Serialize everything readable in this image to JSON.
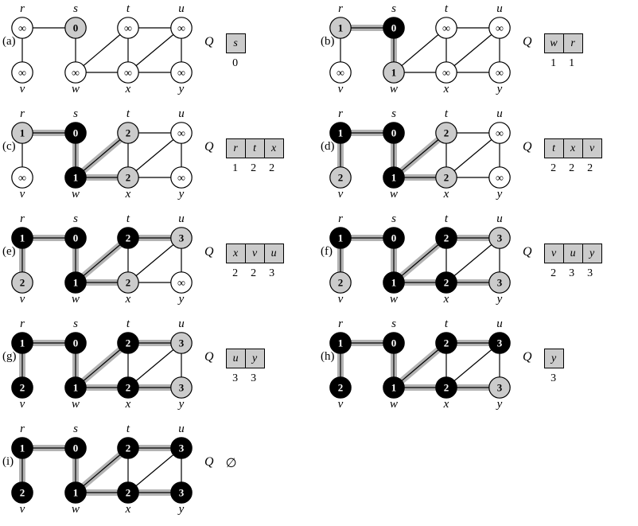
{
  "labels": {
    "queue": "Q",
    "empty_set": "∅",
    "infinity": "∞"
  },
  "colors": {
    "white": "#ffffff",
    "gray": "#cbcbcb",
    "black": "#000000",
    "tree_band": "#b3b3b3",
    "edge": "#000000"
  },
  "graph": {
    "vertices": [
      "r",
      "s",
      "t",
      "u",
      "v",
      "w",
      "x",
      "y"
    ],
    "top_row": [
      "r",
      "s",
      "t",
      "u"
    ],
    "bottom_row": [
      "v",
      "w",
      "x",
      "y"
    ],
    "edges": [
      [
        "r",
        "s"
      ],
      [
        "r",
        "v"
      ],
      [
        "s",
        "w"
      ],
      [
        "t",
        "u"
      ],
      [
        "t",
        "w"
      ],
      [
        "t",
        "x"
      ],
      [
        "u",
        "x"
      ],
      [
        "u",
        "y"
      ],
      [
        "w",
        "x"
      ],
      [
        "x",
        "y"
      ]
    ]
  },
  "subfigures": [
    {
      "label": "(a)",
      "nodes": {
        "r": {
          "value": "∞",
          "state": "white"
        },
        "s": {
          "value": "0",
          "state": "gray"
        },
        "t": {
          "value": "∞",
          "state": "white"
        },
        "u": {
          "value": "∞",
          "state": "white"
        },
        "v": {
          "value": "∞",
          "state": "white"
        },
        "w": {
          "value": "∞",
          "state": "white"
        },
        "x": {
          "value": "∞",
          "state": "white"
        },
        "y": {
          "value": "∞",
          "state": "white"
        }
      },
      "tree_edges": [],
      "queue": [
        {
          "vertex": "s",
          "dist": "0"
        }
      ]
    },
    {
      "label": "(b)",
      "nodes": {
        "r": {
          "value": "1",
          "state": "gray"
        },
        "s": {
          "value": "0",
          "state": "black"
        },
        "t": {
          "value": "∞",
          "state": "white"
        },
        "u": {
          "value": "∞",
          "state": "white"
        },
        "v": {
          "value": "∞",
          "state": "white"
        },
        "w": {
          "value": "1",
          "state": "gray"
        },
        "x": {
          "value": "∞",
          "state": "white"
        },
        "y": {
          "value": "∞",
          "state": "white"
        }
      },
      "tree_edges": [
        [
          "s",
          "r"
        ],
        [
          "s",
          "w"
        ]
      ],
      "queue": [
        {
          "vertex": "w",
          "dist": "1"
        },
        {
          "vertex": "r",
          "dist": "1"
        }
      ]
    },
    {
      "label": "(c)",
      "nodes": {
        "r": {
          "value": "1",
          "state": "gray"
        },
        "s": {
          "value": "0",
          "state": "black"
        },
        "t": {
          "value": "2",
          "state": "gray"
        },
        "u": {
          "value": "∞",
          "state": "white"
        },
        "v": {
          "value": "∞",
          "state": "white"
        },
        "w": {
          "value": "1",
          "state": "black"
        },
        "x": {
          "value": "2",
          "state": "gray"
        },
        "y": {
          "value": "∞",
          "state": "white"
        }
      },
      "tree_edges": [
        [
          "s",
          "r"
        ],
        [
          "s",
          "w"
        ],
        [
          "w",
          "t"
        ],
        [
          "w",
          "x"
        ]
      ],
      "queue": [
        {
          "vertex": "r",
          "dist": "1"
        },
        {
          "vertex": "t",
          "dist": "2"
        },
        {
          "vertex": "x",
          "dist": "2"
        }
      ]
    },
    {
      "label": "(d)",
      "nodes": {
        "r": {
          "value": "1",
          "state": "black"
        },
        "s": {
          "value": "0",
          "state": "black"
        },
        "t": {
          "value": "2",
          "state": "gray"
        },
        "u": {
          "value": "∞",
          "state": "white"
        },
        "v": {
          "value": "2",
          "state": "gray"
        },
        "w": {
          "value": "1",
          "state": "black"
        },
        "x": {
          "value": "2",
          "state": "gray"
        },
        "y": {
          "value": "∞",
          "state": "white"
        }
      },
      "tree_edges": [
        [
          "s",
          "r"
        ],
        [
          "s",
          "w"
        ],
        [
          "w",
          "t"
        ],
        [
          "w",
          "x"
        ],
        [
          "r",
          "v"
        ]
      ],
      "queue": [
        {
          "vertex": "t",
          "dist": "2"
        },
        {
          "vertex": "x",
          "dist": "2"
        },
        {
          "vertex": "v",
          "dist": "2"
        }
      ]
    },
    {
      "label": "(e)",
      "nodes": {
        "r": {
          "value": "1",
          "state": "black"
        },
        "s": {
          "value": "0",
          "state": "black"
        },
        "t": {
          "value": "2",
          "state": "black"
        },
        "u": {
          "value": "3",
          "state": "gray"
        },
        "v": {
          "value": "2",
          "state": "gray"
        },
        "w": {
          "value": "1",
          "state": "black"
        },
        "x": {
          "value": "2",
          "state": "gray"
        },
        "y": {
          "value": "∞",
          "state": "white"
        }
      },
      "tree_edges": [
        [
          "s",
          "r"
        ],
        [
          "s",
          "w"
        ],
        [
          "w",
          "t"
        ],
        [
          "w",
          "x"
        ],
        [
          "r",
          "v"
        ],
        [
          "t",
          "u"
        ]
      ],
      "queue": [
        {
          "vertex": "x",
          "dist": "2"
        },
        {
          "vertex": "v",
          "dist": "2"
        },
        {
          "vertex": "u",
          "dist": "3"
        }
      ]
    },
    {
      "label": "(f)",
      "nodes": {
        "r": {
          "value": "1",
          "state": "black"
        },
        "s": {
          "value": "0",
          "state": "black"
        },
        "t": {
          "value": "2",
          "state": "black"
        },
        "u": {
          "value": "3",
          "state": "gray"
        },
        "v": {
          "value": "2",
          "state": "gray"
        },
        "w": {
          "value": "1",
          "state": "black"
        },
        "x": {
          "value": "2",
          "state": "black"
        },
        "y": {
          "value": "3",
          "state": "gray"
        }
      },
      "tree_edges": [
        [
          "s",
          "r"
        ],
        [
          "s",
          "w"
        ],
        [
          "w",
          "t"
        ],
        [
          "w",
          "x"
        ],
        [
          "r",
          "v"
        ],
        [
          "t",
          "u"
        ],
        [
          "x",
          "y"
        ]
      ],
      "queue": [
        {
          "vertex": "v",
          "dist": "2"
        },
        {
          "vertex": "u",
          "dist": "3"
        },
        {
          "vertex": "y",
          "dist": "3"
        }
      ]
    },
    {
      "label": "(g)",
      "nodes": {
        "r": {
          "value": "1",
          "state": "black"
        },
        "s": {
          "value": "0",
          "state": "black"
        },
        "t": {
          "value": "2",
          "state": "black"
        },
        "u": {
          "value": "3",
          "state": "gray"
        },
        "v": {
          "value": "2",
          "state": "black"
        },
        "w": {
          "value": "1",
          "state": "black"
        },
        "x": {
          "value": "2",
          "state": "black"
        },
        "y": {
          "value": "3",
          "state": "gray"
        }
      },
      "tree_edges": [
        [
          "s",
          "r"
        ],
        [
          "s",
          "w"
        ],
        [
          "w",
          "t"
        ],
        [
          "w",
          "x"
        ],
        [
          "r",
          "v"
        ],
        [
          "t",
          "u"
        ],
        [
          "x",
          "y"
        ]
      ],
      "queue": [
        {
          "vertex": "u",
          "dist": "3"
        },
        {
          "vertex": "y",
          "dist": "3"
        }
      ]
    },
    {
      "label": "(h)",
      "nodes": {
        "r": {
          "value": "1",
          "state": "black"
        },
        "s": {
          "value": "0",
          "state": "black"
        },
        "t": {
          "value": "2",
          "state": "black"
        },
        "u": {
          "value": "3",
          "state": "black"
        },
        "v": {
          "value": "2",
          "state": "black"
        },
        "w": {
          "value": "1",
          "state": "black"
        },
        "x": {
          "value": "2",
          "state": "black"
        },
        "y": {
          "value": "3",
          "state": "gray"
        }
      },
      "tree_edges": [
        [
          "s",
          "r"
        ],
        [
          "s",
          "w"
        ],
        [
          "w",
          "t"
        ],
        [
          "w",
          "x"
        ],
        [
          "r",
          "v"
        ],
        [
          "t",
          "u"
        ],
        [
          "x",
          "y"
        ]
      ],
      "queue": [
        {
          "vertex": "y",
          "dist": "3"
        }
      ]
    },
    {
      "label": "(i)",
      "nodes": {
        "r": {
          "value": "1",
          "state": "black"
        },
        "s": {
          "value": "0",
          "state": "black"
        },
        "t": {
          "value": "2",
          "state": "black"
        },
        "u": {
          "value": "3",
          "state": "black"
        },
        "v": {
          "value": "2",
          "state": "black"
        },
        "w": {
          "value": "1",
          "state": "black"
        },
        "x": {
          "value": "2",
          "state": "black"
        },
        "y": {
          "value": "3",
          "state": "black"
        }
      },
      "tree_edges": [
        [
          "s",
          "r"
        ],
        [
          "s",
          "w"
        ],
        [
          "w",
          "t"
        ],
        [
          "w",
          "x"
        ],
        [
          "r",
          "v"
        ],
        [
          "t",
          "u"
        ],
        [
          "x",
          "y"
        ]
      ],
      "queue": []
    }
  ]
}
